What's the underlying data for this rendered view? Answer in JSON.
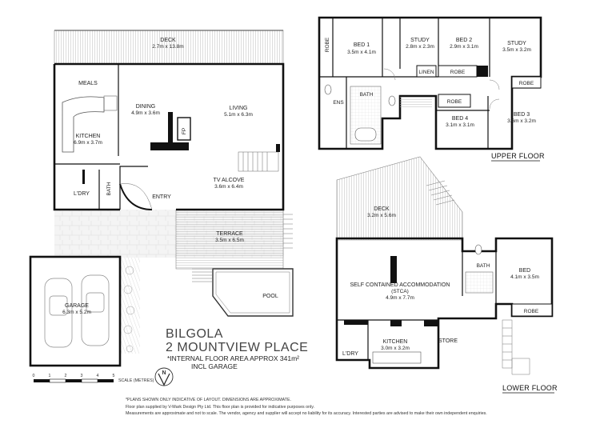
{
  "ground_floor": {
    "deck": {
      "name": "DECK",
      "size": "2.7m x 13.8m"
    },
    "meals": {
      "name": "MEALS"
    },
    "dining": {
      "name": "DINING",
      "size": "4.9m x 3.6m"
    },
    "living": {
      "name": "LIVING",
      "size": "5.1m x 6.3m"
    },
    "fireplace": {
      "name": "FP"
    },
    "kitchen": {
      "name": "KITCHEN",
      "size": "6.9m x 3.7m"
    },
    "tv_alcove": {
      "name": "TV ALCOVE",
      "size": "3.6m x 6.4m"
    },
    "laundry": {
      "name": "L'DRY"
    },
    "bath": {
      "name": "BATH"
    },
    "entry": {
      "name": "ENTRY"
    },
    "terrace": {
      "name": "TERRACE",
      "size": "3.5m x 6.5m"
    },
    "pool": {
      "name": "POOL"
    },
    "garage": {
      "name": "GARAGE",
      "size": "6.3m x 5.2m"
    }
  },
  "upper_floor": {
    "label": "UPPER FLOOR",
    "robe_left": "ROBE",
    "bed1": {
      "name": "BED 1",
      "size": "3.5m x 4.1m"
    },
    "study1": {
      "name": "STUDY",
      "size": "2.8m x 2.3m"
    },
    "bed2": {
      "name": "BED 2",
      "size": "2.9m x 3.1m"
    },
    "study2": {
      "name": "STUDY",
      "size": "3.5m x 3.2m"
    },
    "linen": "LINEN",
    "robe_mid": "ROBE",
    "robe_right": "ROBE",
    "ens": "ENS",
    "bath": "BATH",
    "robe_bed4": "ROBE",
    "bed4": {
      "name": "BED 4",
      "size": "3.1m x 3.1m"
    },
    "bed3": {
      "name": "BED 3",
      "size": "3.6m x 3.2m"
    }
  },
  "lower_floor": {
    "label": "LOWER FLOOR",
    "deck": {
      "name": "DECK",
      "size": "3.2m x 5.6m"
    },
    "bath": "BATH",
    "bed": {
      "name": "BED",
      "size": "4.1m x 3.5m"
    },
    "accommodation": {
      "name": "SELF CONTAINED ACCOMMODATION",
      "note": "(STCA)",
      "size": "4.9m x 7.7m"
    },
    "robe": "ROBE",
    "kitchen": {
      "name": "KITCHEN",
      "size": "3.0m x 3.2m"
    },
    "store": "STORE",
    "laundry": "L'DRY"
  },
  "title": {
    "suburb": "BILGOLA",
    "address": "2 MOUNTVIEW PLACE",
    "area_note": "*INTERNAL FLOOR AREA APPROX 341m²",
    "garage_note": "INCL GARAGE"
  },
  "scale": {
    "ticks": [
      "0",
      "1",
      "2",
      "3",
      "4",
      "5"
    ],
    "label": "SCALE (METRES)"
  },
  "compass": {
    "label": "N"
  },
  "footer": {
    "line1": "*PLANS SHOWN ONLY INDICATIVE OF LAYOUT. DIMENSIONS ARE APPROXIMATE.",
    "line2": "Floor plan supplied by V-Mark Design Pty Ltd. This floor plan is provided for indicative purposes only.",
    "line3": "Measurements are approximate and not to scale. The vendor, agency and supplier will accept no liability for its accuracy. Interested parties are advised to make their own independent enquiries."
  }
}
